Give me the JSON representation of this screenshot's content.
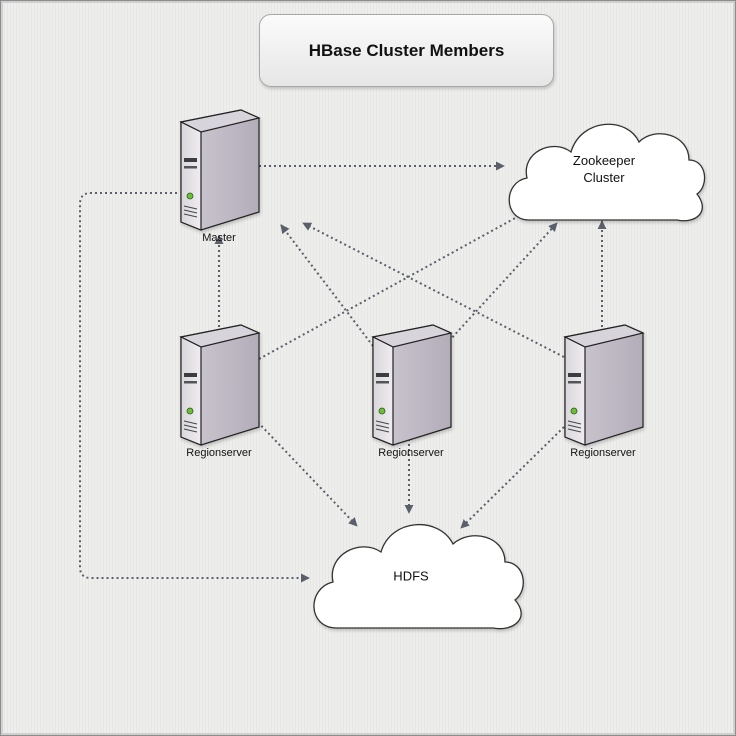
{
  "title": "HBase Cluster Members",
  "nodes": {
    "master": {
      "label": "Master"
    },
    "regionservers": [
      {
        "label": "Regionserver"
      },
      {
        "label": "Regionserver"
      },
      {
        "label": "Regionserver"
      }
    ],
    "zookeeper": {
      "line1": "Zookeeper",
      "line2": "Cluster"
    },
    "hdfs": {
      "label": "HDFS"
    }
  },
  "edges": [
    {
      "from": "master",
      "to": "zookeeper"
    },
    {
      "from": "master",
      "to": "hdfs"
    },
    {
      "from": "regionserver-1",
      "to": "master"
    },
    {
      "from": "regionserver-1",
      "to": "zookeeper"
    },
    {
      "from": "regionserver-1",
      "to": "hdfs"
    },
    {
      "from": "regionserver-2",
      "to": "master"
    },
    {
      "from": "regionserver-2",
      "to": "zookeeper"
    },
    {
      "from": "regionserver-2",
      "to": "hdfs"
    },
    {
      "from": "regionserver-3",
      "to": "master"
    },
    {
      "from": "regionserver-3",
      "to": "zookeeper"
    },
    {
      "from": "regionserver-3",
      "to": "hdfs"
    }
  ],
  "colors": {
    "edge": "#5a5f6a",
    "server_body": "#e7e4ea",
    "server_side": "#bdb8c2",
    "cloud_fill": "#ffffff",
    "status_led": "#6bbf3a"
  }
}
